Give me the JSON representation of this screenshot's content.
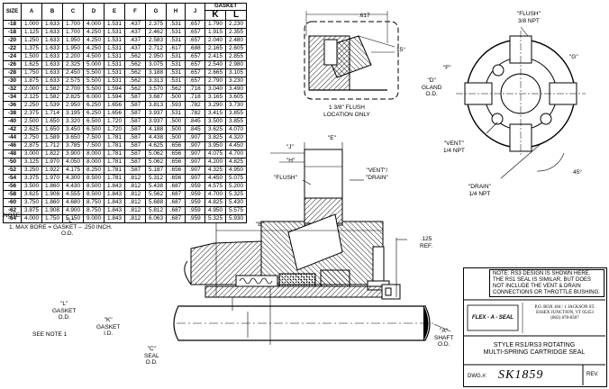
{
  "table": {
    "headers": [
      "SIZE",
      "A",
      "B",
      "C",
      "D",
      "E",
      "F",
      "G",
      "H",
      "J"
    ],
    "gasket_label": "GASKET",
    "gasket_cols": [
      "K",
      "L"
    ],
    "rows": [
      [
        "-18",
        "1.000",
        "1.633",
        "1.700",
        "4.000",
        "1.531",
        ".437",
        "2.375",
        ".531",
        ".657",
        "1.790",
        "2.230"
      ],
      [
        "-18",
        "1.125",
        "1.633",
        "1.700",
        "4.250",
        "1.531",
        ".437",
        "2.462",
        ".531",
        ".657",
        "1.915",
        "2.355"
      ],
      [
        "-20",
        "1.250",
        "1.633",
        "1.950",
        "4.250",
        "1.531",
        ".437",
        "2.583",
        ".531",
        ".657",
        "2.040",
        "2.480"
      ],
      [
        "-22",
        "1.375",
        "1.633",
        "1.950",
        "4.250",
        "1.531",
        ".437",
        "2.712",
        ".617",
        ".688",
        "2.165",
        "2.605"
      ],
      [
        "-24",
        "1.500",
        "1.633",
        "2.200",
        "4.500",
        "1.531",
        ".562",
        "2.950",
        ".531",
        ".657",
        "2.415",
        "2.855"
      ],
      [
        "-26",
        "1.625",
        "1.633",
        "2.325",
        "5.000",
        "1.531",
        ".562",
        "3.075",
        ".531",
        ".657",
        "2.540",
        "2.980"
      ],
      [
        "-28",
        "1.750",
        "1.633",
        "2.450",
        "5.500",
        "1.531",
        ".562",
        "3.188",
        ".531",
        ".657",
        "2.665",
        "3.105"
      ],
      [
        "-30",
        "1.875",
        "1.633",
        "2.575",
        "5.500",
        "1.531",
        ".562",
        "3.313",
        ".531",
        ".657",
        "2.790",
        "3.230"
      ],
      [
        "-32",
        "2.000",
        "1.582",
        "2.700",
        "5.500",
        "1.594",
        ".562",
        "3.570",
        ".562",
        ".718",
        "3.040",
        "3.490"
      ],
      [
        "-34",
        "2.125",
        "1.582",
        "2.825",
        "6.000",
        "1.594",
        ".587",
        "3.687",
        ".500",
        ".718",
        "3.165",
        "3.605"
      ],
      [
        "-36",
        "2.250",
        "1.539",
        "2.950",
        "6.250",
        "1.656",
        ".587",
        "3.813",
        ".593",
        ".782",
        "3.290",
        "3.730"
      ],
      [
        "-38",
        "2.375",
        "1.714",
        "3.195",
        "6.250",
        "1.656",
        ".587",
        "3.937",
        ".531",
        ".782",
        "3.415",
        "3.855"
      ],
      [
        "-40",
        "2.500",
        "1.650",
        "3.320",
        "6.500",
        "1.720",
        ".587",
        "3.937",
        ".500",
        ".845",
        "3.500",
        "3.855"
      ],
      [
        "-42",
        "2.625",
        "1.650",
        "3.450",
        "6.500",
        "1.720",
        ".587",
        "4.188",
        ".500",
        ".845",
        "3.625",
        "4.070"
      ],
      [
        "-44",
        "2.750",
        "1.589",
        "3.650",
        "7.500",
        "1.781",
        ".587",
        "4.438",
        ".500",
        ".907",
        "3.825",
        "4.320"
      ],
      [
        "-46",
        "2.875",
        "1.712",
        "3.785",
        "7.500",
        "1.781",
        ".587",
        "4.625",
        ".656",
        ".907",
        "3.950",
        "4.450"
      ],
      [
        "-48",
        "3.000",
        "1.822",
        "3.900",
        "8.000",
        "1.781",
        ".587",
        "5.062",
        ".656",
        ".907",
        "4.075",
        "4.700"
      ],
      [
        "-50",
        "3.125",
        "1.970",
        "4.050",
        "8.000",
        "1.781",
        ".587",
        "5.062",
        ".656",
        ".907",
        "4.200",
        "4.825"
      ],
      [
        "-52",
        "3.250",
        "1.922",
        "4.175",
        "8.250",
        "1.781",
        ".587",
        "5.187",
        ".656",
        ".907",
        "4.325",
        "4.950"
      ],
      [
        "-54",
        "3.375",
        "1.970",
        "4.300",
        "8.500",
        "1.781",
        ".812",
        "5.312",
        ".656",
        ".907",
        "4.450",
        "5.075"
      ],
      [
        "-56",
        "3.500",
        "1.860",
        "4.430",
        "8.500",
        "1.843",
        ".812",
        "5.438",
        ".687",
        ".959",
        "4.575",
        "5.200"
      ],
      [
        "-58",
        "3.625",
        "1.908",
        "4.555",
        "8.500",
        "1.843",
        ".812",
        "5.562",
        ".687",
        ".959",
        "4.700",
        "5.325"
      ],
      [
        "-60",
        "3.750",
        "1.860",
        "4.680",
        "8.750",
        "1.843",
        ".812",
        "5.688",
        ".687",
        ".959",
        "4.825",
        "5.430"
      ],
      [
        "-62",
        "3.875",
        "1.908",
        "4.900",
        "8.750",
        "1.843",
        ".812",
        "5.812",
        ".687",
        ".959",
        "4.950",
        "5.575"
      ],
      [
        "-64",
        "4.000",
        "1.750",
        "5.150",
        "9.000",
        "1.843",
        ".812",
        "6.063",
        ".687",
        ".959",
        "5.325",
        "5.930"
      ]
    ]
  },
  "notes": {
    "heading": "NOTE:",
    "line1": "1. MAX BORE = GASKET – .250 INCH.",
    "line1_ref": "\"L\"",
    "line2": "O.D."
  },
  "detail": {
    "dim_617": ".617",
    "dim_15": "15°",
    "caption1": "1 3/8\" FLUSH",
    "caption2": "LOCATION ONLY"
  },
  "end_view": {
    "flush_1": "\"FLUSH\"",
    "flush_2": "3/8 NPT",
    "f": "\"F\"",
    "g": "\"G\"",
    "d_1": "\"D\"",
    "d_2": "GLAND",
    "d_3": "O.D.",
    "vent_1": "\"VENT\"",
    "vent_2": "1/4 NPT",
    "angle": "45°",
    "drain_1": "\"DRAIN\"",
    "drain_2": "1/4 NPT"
  },
  "section": {
    "j": "\"J\"",
    "h": "\"H\"",
    "e": "\"E\"",
    "flush": "\"FLUSH\"",
    "vent_1": "\"VENT\"/",
    "vent_2": "\"DRAIN\"",
    "b": "\"B\"",
    "ref_1": ".125",
    "ref_2": "REF.",
    "l_1": "\"L\"",
    "l_2": "GASKET",
    "l_3": "O.D.",
    "see_note": "SEE NOTE 1",
    "k_1": "\"K\"",
    "k_2": "GASKET",
    "k_3": "I.D.",
    "c_1": "\"C\"",
    "c_2": "SEAL",
    "c_3": "O.D.",
    "a_1": "\"A\"",
    "a_2": "SHAFT",
    "a_3": "O.D."
  },
  "title_block": {
    "note": "NOTE: RS3 DESIGN IS SHOWN HERE. THE RS1 SEAL IS SIMILAR, BUT DOES NOT INCLUDE THE VENT & DRAIN CONNECTIONS OR THROTTLE BUSHING.",
    "logo_text": "FLEX - A - SEAL",
    "address_1": "P.O. BOX 184 / 1 JACKSON ST.",
    "address_2": "ESSEX JUNCTION, VT 05453",
    "address_3": "(802) 878-8307",
    "title_1": "STYLE RS1/RS3 ROTATING",
    "title_2": "MULTI-SPRING CARTRIDGE SEAL",
    "dwg_label": "DWG.#:",
    "dwg_no": "SK1859",
    "rev_label": "REV."
  }
}
